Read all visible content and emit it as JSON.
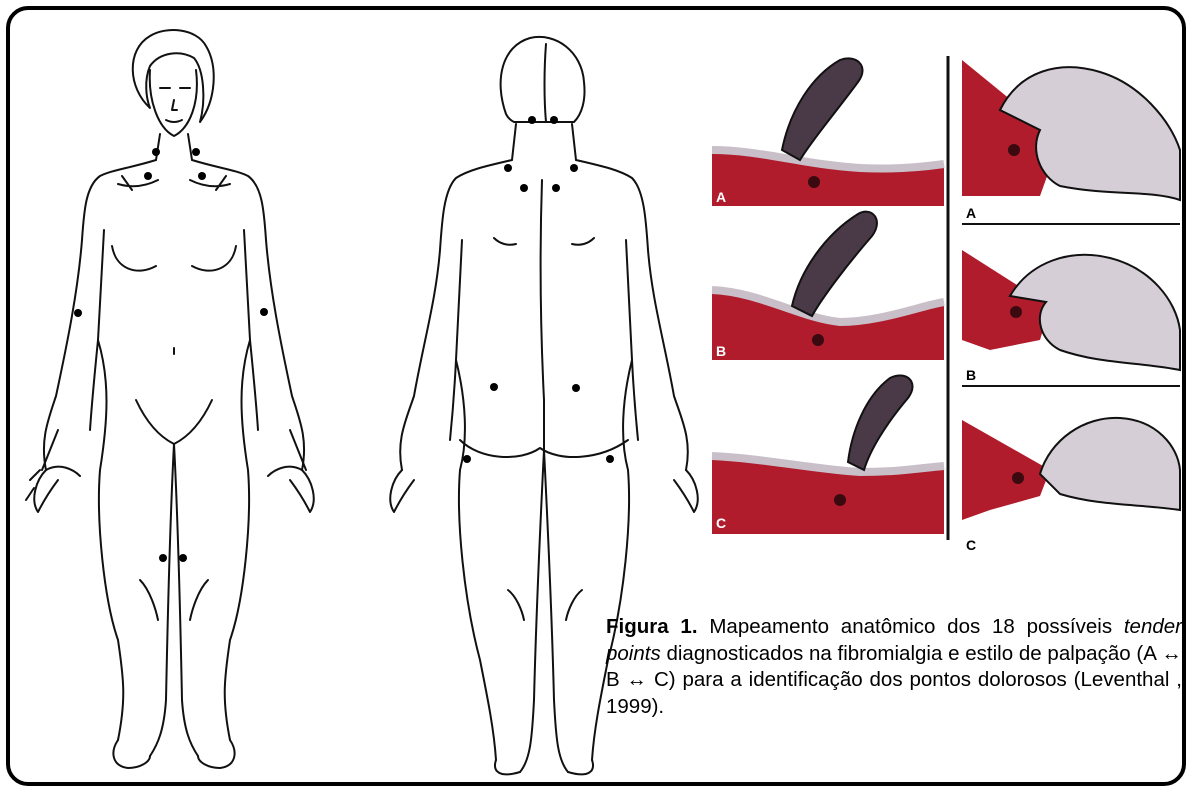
{
  "figure": {
    "panel_letters_left": [
      "A",
      "B",
      "C"
    ],
    "panel_letters_right": [
      "A",
      "B",
      "C"
    ],
    "colors": {
      "muscle": "#b01c2c",
      "muscle_dark": "#6b0d15",
      "skin": "#c9bfc9",
      "ink": "#111111",
      "tender_point": "#000000"
    }
  },
  "caption": {
    "label": "Figura 1.",
    "text_1": " Mapeamento anatômico dos 18 possíveis ",
    "text_italic": "tender points",
    "text_2": " diagnosticados na fibromialgia e estilo de palpação (A ↔ B ↔ C) para a identificação dos pontos dolorosos (Leventhal , 1999)."
  }
}
